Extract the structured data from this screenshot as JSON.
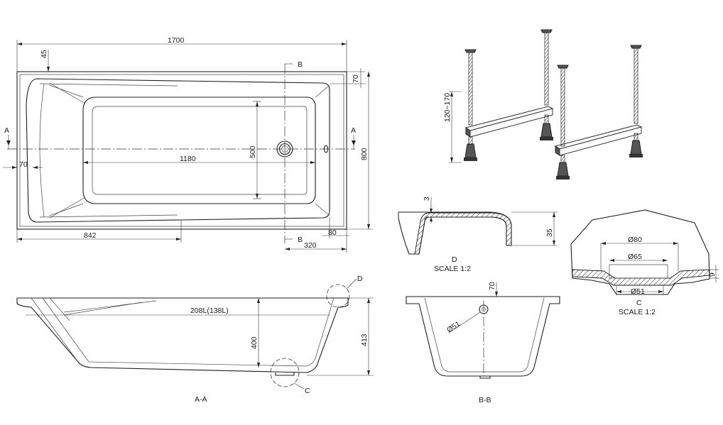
{
  "plan": {
    "overall_length": "1700",
    "rim_end": "45",
    "rim_side": "70",
    "width": "800",
    "inner_width": "500",
    "inner_length": "1180",
    "left_rim": "70",
    "drain_pos": "842",
    "overflow_pos": "320",
    "right_rim": "80",
    "section_a": "A",
    "section_b": "B"
  },
  "section_aa": {
    "capacity": "208L(138L)",
    "depth_inner": "400",
    "depth_total": "413",
    "label": "A-A",
    "detail_d": "D",
    "detail_c": "C"
  },
  "section_bb": {
    "rim": "70",
    "drain_dia": "Ø51",
    "label": "B-B"
  },
  "detail_d": {
    "thickness": "3",
    "height": "35",
    "title": "D",
    "scale": "SCALE 1:2"
  },
  "detail_c": {
    "d80": "Ø80",
    "d65": "Ø65",
    "d51": "Ø51",
    "h9": "9",
    "title": "C",
    "scale": "SCALE 1:2"
  },
  "legs": {
    "height_range": "120~170"
  }
}
